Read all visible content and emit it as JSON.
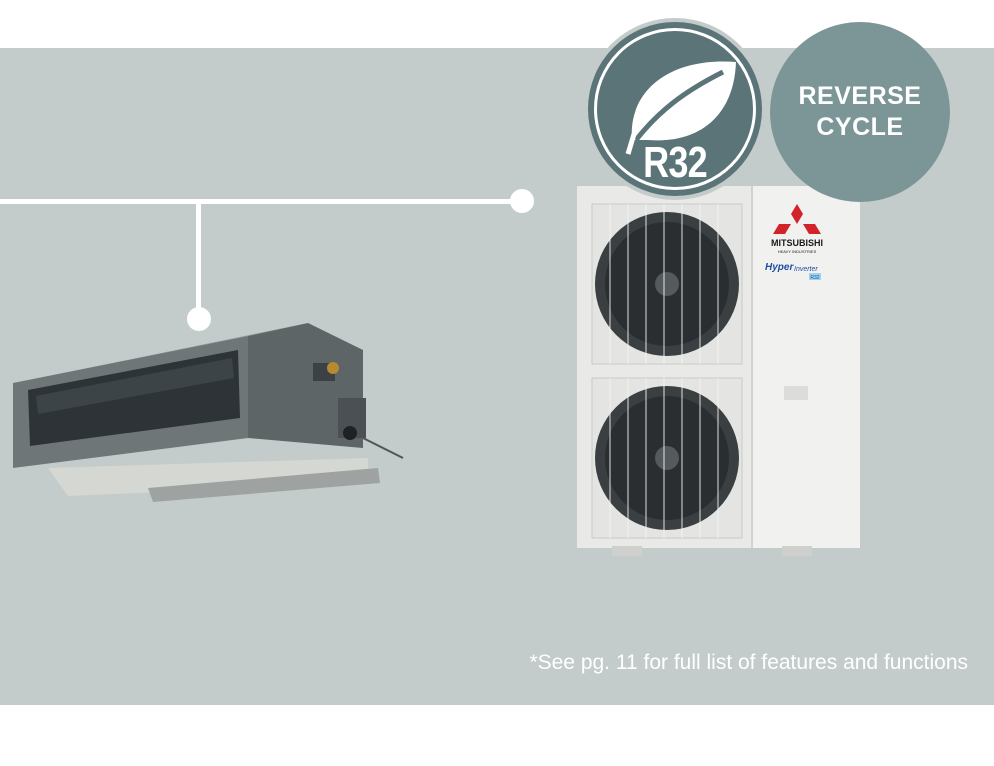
{
  "badges": {
    "refrigerant": "R32",
    "reverse_cycle_line1": "REVERSE",
    "reverse_cycle_line2": "CYCLE"
  },
  "outdoor_unit": {
    "brand_line1": "MITSUBISHI",
    "brand_line2": "HEAVY INDUSTRIES",
    "series_logo_hyper": "Hyper",
    "series_logo_inverter": "Inverter",
    "series_logo_tag": "R32"
  },
  "footnote": "*See pg. 11 for full list of features and functions",
  "colors": {
    "panel_bg": "#c3ccca",
    "r32_badge": "#5b7477",
    "reverse_cycle_badge": "#7c9597",
    "connector": "#ffffff"
  }
}
